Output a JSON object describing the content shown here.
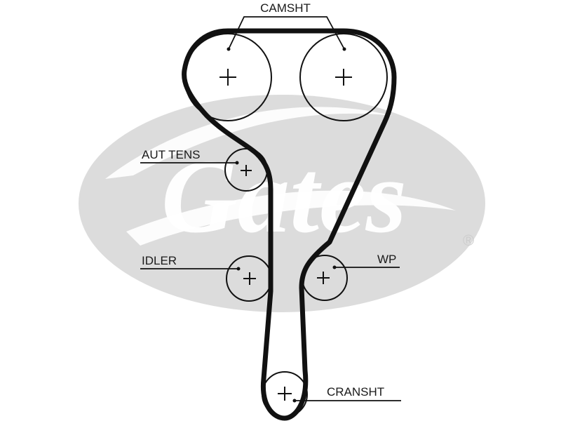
{
  "watermark": {
    "brand": "Gates",
    "registered_mark": "®"
  },
  "colors": {
    "belt": "#111111",
    "pulley_outline": "#111111",
    "watermark_oval": "#dcdcdc",
    "background": "#ffffff"
  },
  "labels": {
    "camshaft": "CAMSHT",
    "auto_tensioner": "AUT TENS",
    "idler": "IDLER",
    "water_pump": "WP",
    "crankshaft": "CRANSHT"
  }
}
